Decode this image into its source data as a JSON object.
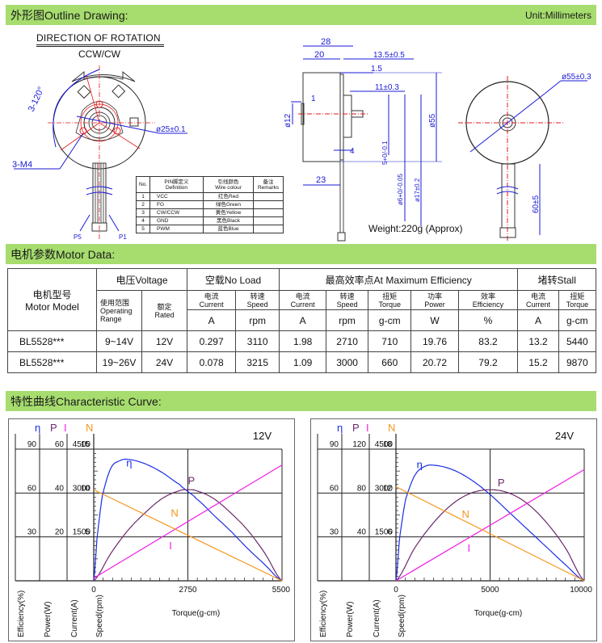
{
  "sections": {
    "outline": {
      "title": "外形图Outline Drawing:",
      "unit": "Unit:Millimeters"
    },
    "motor_data": {
      "title": "电机参数Motor Data:"
    },
    "curve": {
      "title": "特性曲线Characteristic Curve:"
    }
  },
  "drawing": {
    "direction_title": "DIRECTION OF ROTATION",
    "direction_value": "CCW/CW",
    "labels": {
      "angle": "3-120°",
      "thread": "3-M4",
      "bolt_circle": "ø25±0.1",
      "p5": "P5",
      "p1": "P1",
      "dim_28": "28",
      "dim_20": "20",
      "dim_13_5": "13.5±0.5",
      "dim_1_5": "1.5",
      "dim_11": "11±0.3",
      "dim_1": "1",
      "dim_phi12": "ø12",
      "dim_phi55_side": "ø55",
      "dim_4": "4",
      "dim_5": "5+0/-0.1",
      "dim_23": "23",
      "dim_phi6": "ø6+0/-0.05",
      "dim_phi17": "ø17±0.2",
      "dim_phi55_front": "ø55±0.3",
      "dim_60": "60±5"
    },
    "weight": "Weight:220g (Approx)",
    "pin_table": {
      "headers": [
        {
          "cn": "",
          "en": "No."
        },
        {
          "cn": "PIN脚定义",
          "en": "Definition"
        },
        {
          "cn": "引线颜色",
          "en": "Wire colour"
        },
        {
          "cn": "备注",
          "en": "Remarks"
        }
      ],
      "rows": [
        {
          "no": "1",
          "def": "VCC",
          "color": "红色Red",
          "remark": ""
        },
        {
          "no": "2",
          "def": "FG",
          "color": "绿色Green",
          "remark": ""
        },
        {
          "no": "3",
          "def": "CW/CCW",
          "color": "黄色Yellow",
          "remark": ""
        },
        {
          "no": "4",
          "def": "GND",
          "color": "黑色Black",
          "remark": ""
        },
        {
          "no": "5",
          "def": "PWM",
          "color": "蓝色Blue",
          "remark": ""
        }
      ]
    }
  },
  "motor_table": {
    "model_header": {
      "cn": "电机型号",
      "en": "Motor Model"
    },
    "voltage": {
      "label": "电压Voltage",
      "range_cn": "使用范围",
      "range_en": "Operating Range",
      "rated_cn": "额定",
      "rated_en": "Rated"
    },
    "no_load": {
      "label": "空载No Load",
      "current_cn": "电流",
      "current_en": "Current",
      "speed_cn": "转速",
      "speed_en": "Speed",
      "current_unit": "A",
      "speed_unit": "rpm"
    },
    "max_eff": {
      "label": "最高效率点At Maximum Efficiency",
      "cols": [
        {
          "cn": "电流",
          "en": "Current",
          "unit": "A"
        },
        {
          "cn": "转速",
          "en": "Speed",
          "unit": "rpm"
        },
        {
          "cn": "扭矩",
          "en": "Torque",
          "unit": "g-cm"
        },
        {
          "cn": "功率",
          "en": "Power",
          "unit": "W"
        },
        {
          "cn": "效率",
          "en": "Efficiency",
          "unit": "%"
        }
      ]
    },
    "stall": {
      "label": "堵转Stall",
      "cols": [
        {
          "cn": "电流",
          "en": "Current",
          "unit": "A"
        },
        {
          "cn": "扭矩",
          "en": "Torque",
          "unit": "g-cm"
        }
      ]
    },
    "rows": [
      {
        "model": "BL5528***",
        "range": "9~14V",
        "rated": "12V",
        "nl_current": "0.297",
        "nl_speed": "3110",
        "me_current": "1.98",
        "me_speed": "2710",
        "me_torque": "710",
        "me_power": "19.76",
        "me_eff": "83.2",
        "st_current": "13.2",
        "st_torque": "5440"
      },
      {
        "model": "BL5528***",
        "range": "19~26V",
        "rated": "24V",
        "nl_current": "0.078",
        "nl_speed": "3215",
        "me_current": "1.09",
        "me_speed": "3000",
        "me_torque": "660",
        "me_power": "20.72",
        "me_eff": "79.2",
        "st_current": "15.2",
        "st_torque": "9870"
      }
    ]
  },
  "colors": {
    "band": "#a6dd6e",
    "efficiency": "#1a2ee6",
    "power": "#6b2a6b",
    "current": "#f01ee6",
    "speed": "#f5961e",
    "dimension": "#1a1ad6",
    "centerline": "#e61a1a"
  },
  "chart_data": [
    {
      "type": "line",
      "title": "12V",
      "xlabel": "Torque(g-cm)",
      "x_ticks": [
        "0",
        "2750",
        "5500"
      ],
      "xlim": [
        0,
        5500
      ],
      "axis_symbols": [
        "η",
        "P",
        "I",
        "N"
      ],
      "axis_names": [
        "Efficiency(%)",
        "Power(W)",
        "Current(A)",
        "Speed(rpm)"
      ],
      "axis_ticks": [
        [
          "30",
          "60",
          "90"
        ],
        [
          "20",
          "40",
          "60"
        ],
        [
          "5",
          "10",
          "15"
        ],
        [
          "1500",
          "3000",
          "4500"
        ]
      ],
      "axis_max": [
        90,
        60,
        15,
        4500
      ],
      "grid": true,
      "series": [
        {
          "name": "η",
          "axis": 0,
          "x": [
            0,
            100,
            250,
            500,
            750,
            1000,
            1500,
            2000,
            2500,
            2750,
            3000,
            3500,
            4000,
            4500,
            5000,
            5500
          ],
          "values": [
            0,
            30,
            58,
            77,
            82,
            83,
            80,
            74,
            66,
            61,
            56,
            45,
            34,
            22,
            11,
            0
          ]
        },
        {
          "name": "P",
          "axis": 1,
          "x": [
            0,
            500,
            1000,
            1500,
            2000,
            2500,
            2750,
            3000,
            3500,
            4000,
            4500,
            5000,
            5500
          ],
          "values": [
            0,
            12.5,
            23,
            31,
            37.5,
            41,
            41.5,
            41,
            37.5,
            31,
            23,
            12.5,
            0
          ]
        },
        {
          "name": "I",
          "axis": 2,
          "x": [
            0,
            5500
          ],
          "values": [
            0.3,
            13.2
          ]
        },
        {
          "name": "N",
          "axis": 3,
          "x": [
            0,
            5500
          ],
          "values": [
            3110,
            0
          ]
        }
      ],
      "annotations": [
        {
          "text": "η",
          "x": 950,
          "axis": 0,
          "y": 78
        },
        {
          "text": "P",
          "x": 2750,
          "axis": 1,
          "y": 44
        },
        {
          "text": "N",
          "x": 2250,
          "axis": 3,
          "y": 2200
        },
        {
          "text": "I",
          "x": 2200,
          "axis": 2,
          "y": 3.6
        }
      ]
    },
    {
      "type": "line",
      "title": "24V",
      "xlabel": "Torque(g-cm)",
      "x_ticks": [
        "0",
        "5000",
        "10000"
      ],
      "xlim": [
        0,
        10000
      ],
      "axis_symbols": [
        "η",
        "P",
        "I",
        "N"
      ],
      "axis_names": [
        "Efficiency(%)",
        "Power(W)",
        "Current(A)",
        "Speed(rpm)"
      ],
      "axis_ticks": [
        [
          "30",
          "60",
          "90"
        ],
        [
          "40",
          "80",
          "120"
        ],
        [
          "6",
          "12",
          "18"
        ],
        [
          "1500",
          "3000",
          "4500"
        ]
      ],
      "axis_max": [
        90,
        120,
        18,
        4500
      ],
      "grid": true,
      "series": [
        {
          "name": "η",
          "axis": 0,
          "x": [
            0,
            200,
            500,
            1000,
            1500,
            2000,
            3000,
            4000,
            5000,
            6000,
            7000,
            8000,
            9000,
            10000
          ],
          "values": [
            0,
            30,
            55,
            72,
            78,
            79,
            76,
            69,
            59,
            47,
            35,
            23,
            11,
            0
          ]
        },
        {
          "name": "P",
          "axis": 1,
          "x": [
            0,
            1000,
            2000,
            3000,
            4000,
            5000,
            6000,
            7000,
            8000,
            9000,
            10000
          ],
          "values": [
            0,
            30,
            53,
            70,
            80,
            83,
            80,
            70,
            53,
            30,
            0
          ]
        },
        {
          "name": "I",
          "axis": 2,
          "x": [
            0,
            10000
          ],
          "values": [
            0,
            15.2
          ]
        },
        {
          "name": "N",
          "axis": 3,
          "x": [
            0,
            10000
          ],
          "values": [
            3215,
            0
          ]
        }
      ],
      "annotations": [
        {
          "text": "η",
          "x": 1100,
          "axis": 0,
          "y": 77
        },
        {
          "text": "P",
          "x": 5400,
          "axis": 1,
          "y": 86
        },
        {
          "text": "N",
          "x": 3500,
          "axis": 3,
          "y": 2150
        },
        {
          "text": "I",
          "x": 3800,
          "axis": 2,
          "y": 4
        }
      ]
    }
  ]
}
